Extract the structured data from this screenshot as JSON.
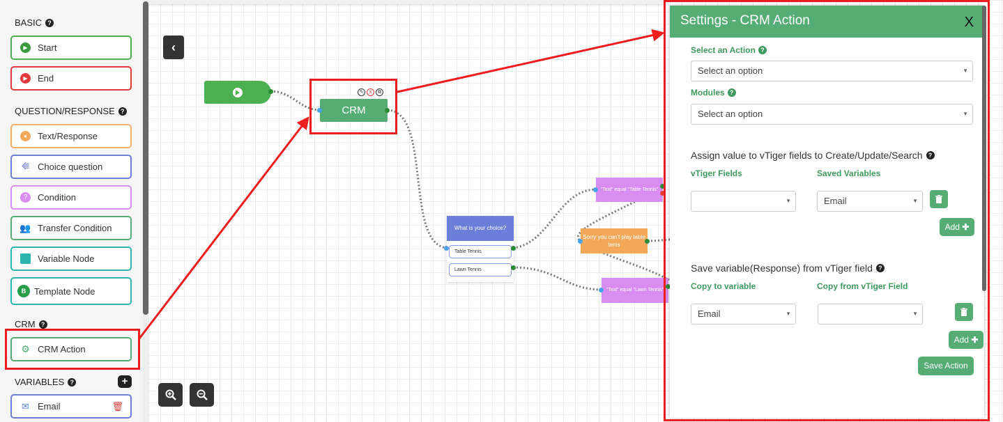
{
  "sidebar": {
    "sections": {
      "basic": "BASIC",
      "question_response": "QUESTION/RESPONSE",
      "crm": "CRM",
      "variables": "VARIABLES"
    },
    "items": {
      "start": "Start",
      "end": "End",
      "text_response": "Text/Response",
      "choice_question": "Choice question",
      "condition": "Condition",
      "transfer_condition": "Transfer Condition",
      "variable_node": "Variable Node",
      "template_node": "Template Node",
      "crm_action": "CRM Action",
      "email": "Email"
    }
  },
  "canvas": {
    "crm_node": "CRM",
    "question": {
      "title": "What is your choice?",
      "options": [
        "Table Tennis",
        "Lawn Tennis"
      ]
    },
    "condition_1": "\"Text\" equal \"Table Tennis\"",
    "condition_2": "\"Text\" equal \"Lawn Tennis\"",
    "sorry": "Sorry you can't play table tenis"
  },
  "panel": {
    "title": "Settings - CRM Action",
    "close": "X",
    "select_action_label": "Select an Action",
    "select_action_value": "Select an option",
    "modules_label": "Modules",
    "modules_value": "Select an option",
    "assign_heading": "Assign value to vTiger fields to Create/Update/Search",
    "vtiger_fields_label": "vTiger Fields",
    "saved_variables_label": "Saved Variables",
    "vtiger_field_value": "",
    "saved_variable_value": "Email",
    "add_label": "Add",
    "save_var_heading": "Save variable(Response) from vTiger field",
    "copy_to_label": "Copy to variable",
    "copy_from_label": "Copy from vTiger Field",
    "copy_to_value": "Email",
    "copy_from_value": "",
    "add_label_2": "Add",
    "save_action": "Save Action"
  },
  "colors": {
    "accent_green": "#55ad74",
    "annotation_red": "#ee1c1c",
    "question_blue": "#6b7fd8",
    "condition_purple": "#d88df0",
    "sorry_orange": "#f4a95a"
  }
}
